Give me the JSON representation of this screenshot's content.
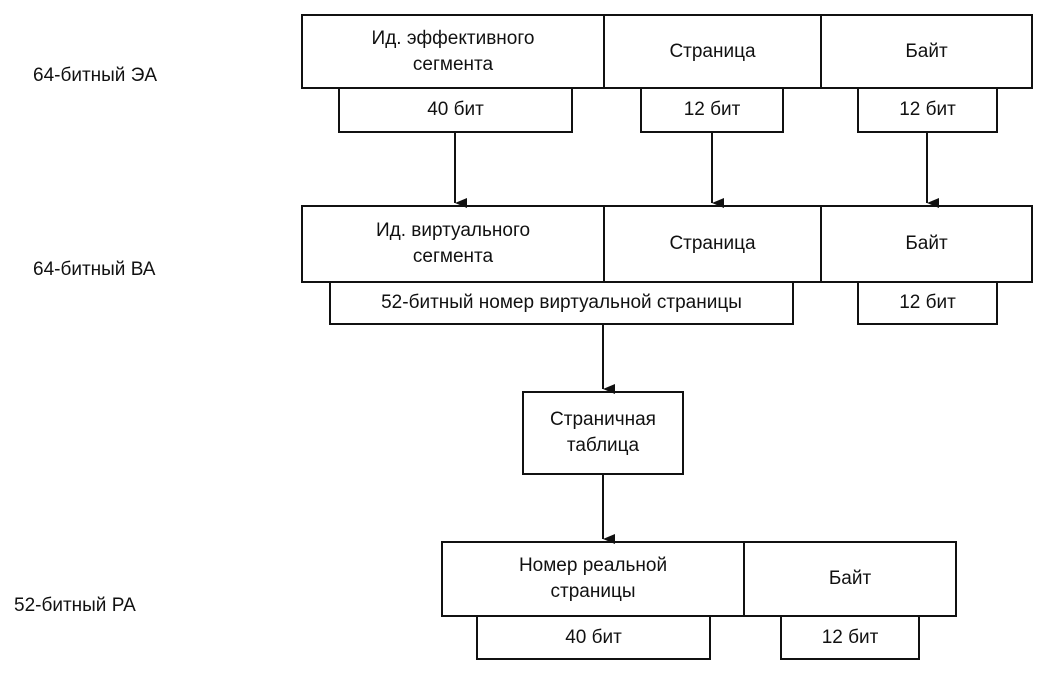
{
  "ea": {
    "label": "64-битный ЭА",
    "segment": "Ид. эффективного\nсегмента",
    "page": "Страница",
    "byte": "Байт",
    "segment_bits": "40 бит",
    "page_bits": "12 бит",
    "byte_bits": "12 бит"
  },
  "va": {
    "label": "64-битный ВА",
    "segment": "Ид. виртуального\nсегмента",
    "page": "Страница",
    "byte": "Байт",
    "vpn": "52-битный номер виртуальной страницы",
    "byte_bits": "12 бит"
  },
  "page_table": {
    "label": "Страничная\nтаблица"
  },
  "ra": {
    "label": "52-битный РА",
    "real_page": "Номер реальной\nстраницы",
    "byte": "Байт",
    "real_page_bits": "40 бит",
    "byte_bits": "12 бит"
  }
}
